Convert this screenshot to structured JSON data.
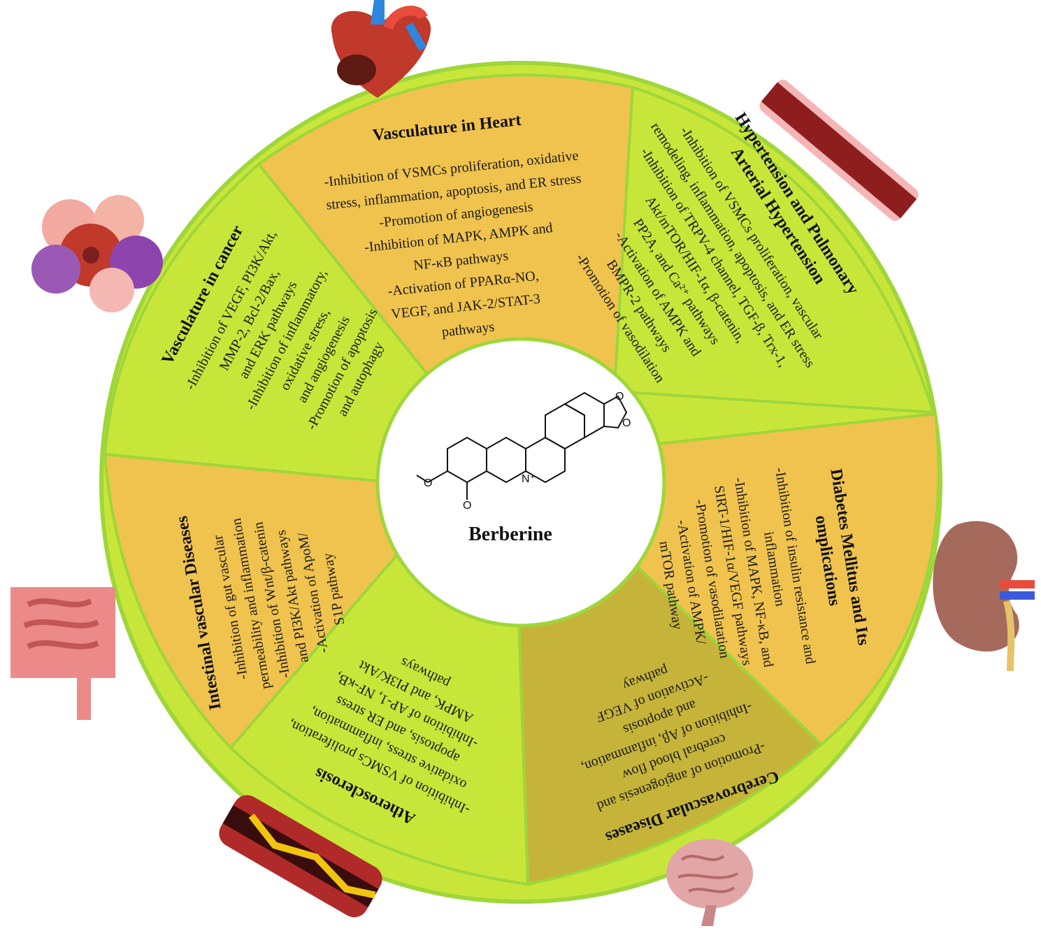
{
  "center": {
    "label": "Berberine"
  },
  "segments": [
    {
      "id": "heart",
      "title": "Vasculature in Heart",
      "lines": [
        "-Inhibition of VSMCs proliferation, oxidative",
        "stress, inflammation,  apoptosis, and ER stress",
        "-Promotion of angiogenesis",
        "-Inhibition of MAPK, AMPK and",
        "NF-κB pathways",
        "-Activation of PPARα-NO,",
        "VEGF, and JAK-2/STAT-3",
        "pathways"
      ]
    },
    {
      "id": "hypertension",
      "title": "Hypertension and Pulmonary",
      "title2": "Arterial Hypertension",
      "lines": [
        "-Inhibition of VSMCs proliferation, vascular",
        "remodeling, inflammation, apoptosis, and ER stress",
        "-Inhibition of TRPV-4 channel, TGF-β, Trx-1,",
        "Akt/mTOR/HIF-1α, β-catenin,",
        "PP2A, and Ca²⁺ pathways",
        "-Activation of AMPK and",
        "BMPR-2 pathways",
        "-Promotion of vasodilation"
      ]
    },
    {
      "id": "diabetes",
      "title": "Diabetes Mellitus and Its",
      "title2": "omplications",
      "lines": [
        "-Inhibition of insulin resistance and",
        "inflammation",
        "-Inhibition of MAPK, NF-κB, and",
        "SIRT-1/HIF-1α/VEGF pathways",
        "-Promotion of vasodilatation",
        "-Activation of AMPK/",
        "mTOR pathway"
      ]
    },
    {
      "id": "cerebro",
      "title": "Cerebrovascular Diseases",
      "lines": [
        "-Promotion of angiogenesis and",
        "cerebral blood flow",
        "-Inhibition of Aβ, inflammation,",
        "and apoptosis",
        "-Activation of VEGF",
        "pathway"
      ]
    },
    {
      "id": "athero",
      "title": "Atherosclerosis",
      "lines": [
        "-Inhibition of VSMCs proliferation,",
        "oxidative stress, inflammation,",
        "apoptosis, and ER stress",
        "-Inhibition of AP-1, NF-κB,",
        "AMPK, and PI3K/Akt",
        "pathways"
      ]
    },
    {
      "id": "intestinal",
      "title": "Intestinal vascular Diseases",
      "lines": [
        "-Inhibition of gut vascular",
        "permeability and inflammation",
        "-Inhibition of Wnt/β-catenin",
        "and PI3K/Akt pathways",
        "-Activation of ApoM/",
        "S1P pathway"
      ]
    },
    {
      "id": "cancer",
      "title": "Vasculature in cancer",
      "lines": [
        "-Inhibition of VEGF, PI3K/Akt,",
        "MMP-2, Bcl-2/Bax,",
        "and ERK pathways",
        "-Inhibition of inflammatory,",
        "oxidative stress,",
        "and angiogenesis",
        "-Promotion of apoptosis",
        "and autophagy"
      ]
    }
  ],
  "colors": {
    "lime": "#c8e63a",
    "orange": "#f0c34e",
    "olive": "#c6b43a",
    "border": "#9fd63a",
    "center": "#ffffff"
  },
  "organ_icons": [
    "heart-icon",
    "artery-icon",
    "kidney-icon",
    "brain-icon",
    "plaque-artery-icon",
    "intestine-icon",
    "tumor-cells-icon"
  ]
}
